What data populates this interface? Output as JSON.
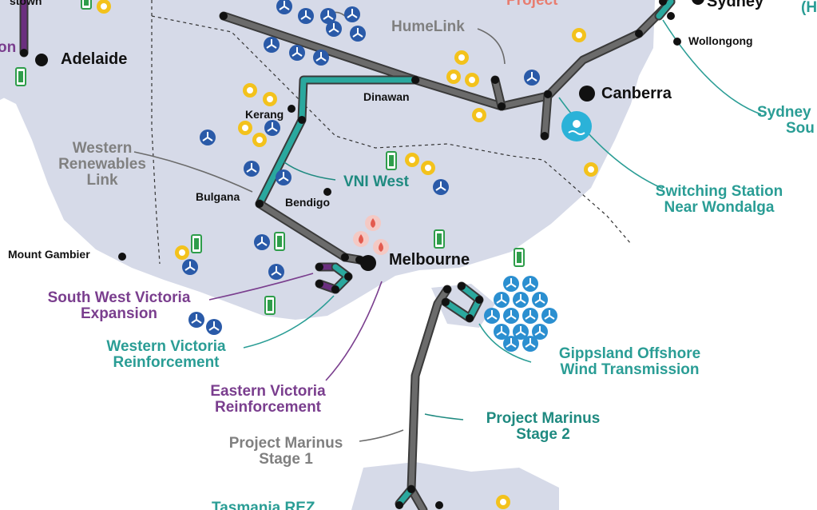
{
  "colors": {
    "land": "#d6dae8",
    "sea": "#ffffff",
    "existing_line": "#6b6b6b",
    "teal_line": "#2aa89e",
    "purple_line": "#6b2f7f",
    "solar": "#f3c21c",
    "wind": "#2a5aa8",
    "battery": "#2e9d4a",
    "offshore_wind": "#2b8fd0",
    "hydro": "#2bb2d8",
    "gas": "#e35b4f"
  },
  "icons": {
    "solar": "solar-icon",
    "wind": "wind-turbine-icon",
    "battery": "battery-icon",
    "gas": "flame-icon",
    "hydro": "hydro-icon",
    "offshore": "offshore-wind-icon"
  },
  "cities": {
    "adelaide": "Adelaide",
    "sydney": "Sydney",
    "canberra": "Canberra",
    "wollongong": "Wollongong",
    "melbourne": "Melbourne",
    "dinawan": "Dinawan",
    "kerang": "Kerang",
    "bulgana": "Bulgana",
    "bendigo": "Bendigo",
    "mount_gambier": "Mount Gambier",
    "tl_fragment": "stown"
  },
  "projects": {
    "humelink": "HumeLink",
    "project_fragment": "Project",
    "western_renewables": [
      "Western",
      "Renewables",
      "Link"
    ],
    "vni_west": "VNI West",
    "switching_station": [
      "Switching Station",
      "Near Wondalga"
    ],
    "south_west_vic": [
      "South West Victoria",
      "Expansion"
    ],
    "western_vic": [
      "Western Victoria",
      "Reinforcement"
    ],
    "eastern_vic": [
      "Eastern Victoria",
      "Reinforcement"
    ],
    "gippsland": [
      "Gippsland Offshore",
      "Wind Transmission"
    ],
    "marinus_2": [
      "Project Marinus",
      "Stage 2"
    ],
    "marinus_1": [
      "Project Marinus",
      "Stage 1"
    ],
    "tasmania_rez": "Tasmania REZ",
    "sydney_south": [
      "Sydney",
      "Sou"
    ],
    "left_fragment": "on",
    "right_fragment": "(H"
  }
}
